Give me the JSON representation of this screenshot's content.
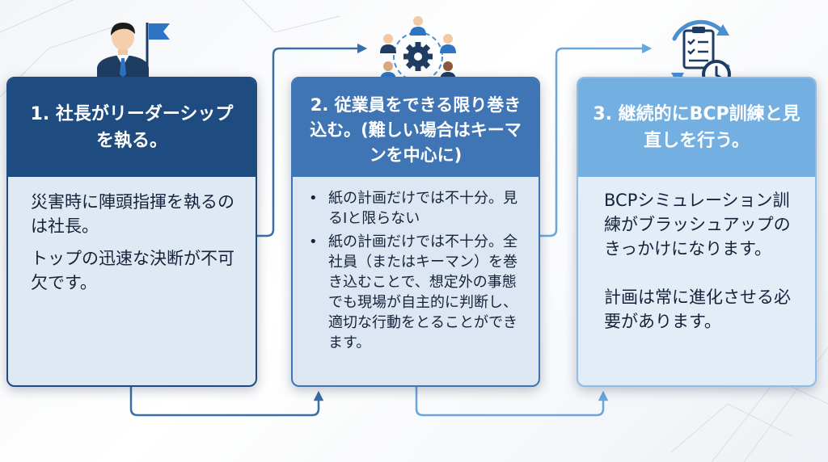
{
  "steps": [
    {
      "title": "1. 社長がリーダーシップを執る。",
      "paragraphs": [
        "災害時に陣頭指揮を執るのは社長。",
        "トップの迅速な決断が不可欠です。"
      ],
      "icon": "ceo-with-flag-icon"
    },
    {
      "title": "2. 従業員をできる限り巻き込む。(難しい場合はキーマンを中心に)",
      "bullets": [
        "紙の計画だけでは不十分。見るIと限らない",
        "紙の計画だけでは不十分。全社員（またはキーマン）を巻き込むことで、想定外の事態でも現場が自主的に判断し、 適切な行動をとることができます。"
      ],
      "icon": "team-gear-icon"
    },
    {
      "title": "3. 継続的にBCP訓練と見直しを行う。",
      "paragraphs": [
        "BCPシミュレーション訓練がブラッシュアップのきっかけになります。",
        "計画は常に進化させる必要があります。"
      ],
      "icon": "checklist-cycle-clock-icon"
    }
  ],
  "colors": {
    "step1": "#1f4c80",
    "step2": "#3f75b5",
    "step3": "#74afe2",
    "connector": "#3a6ea5"
  }
}
